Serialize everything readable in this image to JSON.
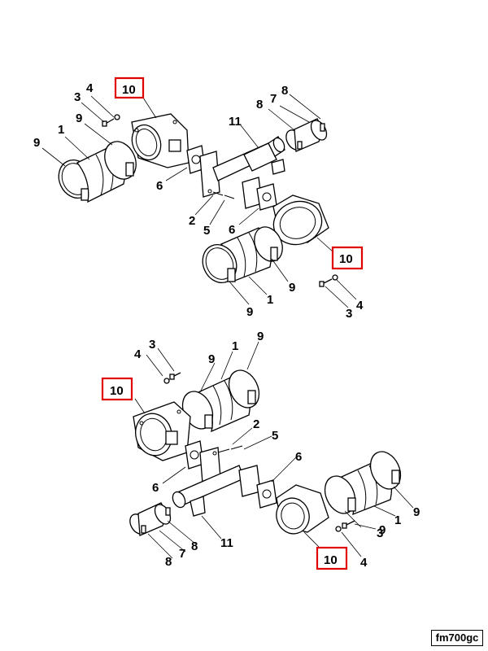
{
  "figure_code": "fm700gc",
  "highlight_color": "#e00000",
  "callouts": {
    "top": {
      "c10a": "10",
      "c4a": "4",
      "c3a": "3",
      "c9a": "9",
      "c1a": "1",
      "c9b": "9",
      "c11": "11",
      "c8a": "8",
      "c7": "7",
      "c8b": "8",
      "c6a": "6",
      "c2": "2",
      "c5": "5",
      "c6b": "6",
      "c10b": "10",
      "c9c": "9",
      "c1b": "1",
      "c9d": "9",
      "c3b": "3",
      "c4b": "4"
    },
    "bottom": {
      "c4a": "4",
      "c3a": "3",
      "c9a": "9",
      "c1a": "1",
      "c9b": "9",
      "c10a": "10",
      "c2": "2",
      "c5": "5",
      "c6a": "6",
      "c6b": "6",
      "c11": "11",
      "c8a": "8",
      "c7": "7",
      "c8b": "8",
      "c9c": "9",
      "c1b": "1",
      "c9d": "9",
      "c3b": "3",
      "c10b": "10",
      "c4b": "4"
    }
  }
}
